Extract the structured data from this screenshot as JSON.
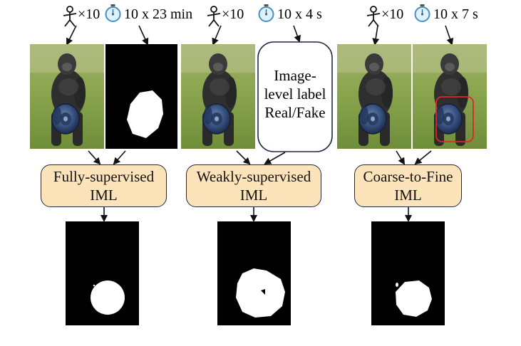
{
  "columns": [
    {
      "id": "fully",
      "annotators": "×10",
      "time": "10 x 23 min",
      "method_line1": "Fully-supervised",
      "method_line2": "IML"
    },
    {
      "id": "weakly",
      "annotators": "×10",
      "time": "10 x 4 s",
      "label_lines": [
        "Image-",
        "level label",
        "Real/Fake"
      ],
      "method_line1": "Weakly-supervised",
      "method_line2": "IML"
    },
    {
      "id": "coarse",
      "annotators": "×10",
      "time": "10 x 7 s",
      "method_line1": "Coarse-to-Fine",
      "method_line2": "IML"
    }
  ],
  "colors": {
    "method_box_fill": "#fde3b9",
    "box_border": "#1f2a44",
    "bbox_red": "#e0262a",
    "mask_bg": "#000000",
    "mask_fg": "#ffffff"
  },
  "icons": [
    "person-icon",
    "stopwatch-icon",
    "arrow-icon"
  ]
}
